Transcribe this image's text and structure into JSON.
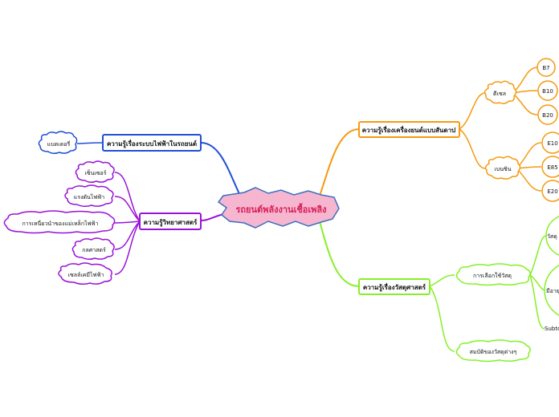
{
  "central": {
    "label": "รถยนต์พลังงานเชื้อเพลิง"
  },
  "branches": {
    "electrical": {
      "label": "ความรู้เรื่องระบบไฟฟ้าในรถยนต์",
      "children": [
        "แบตเตอรี่"
      ]
    },
    "science": {
      "label": "ความรู้วิทยาศาสตร์",
      "children": [
        "เซ็นเซอร์",
        "แรงดันไฟฟ้า",
        "การเหนี่ยวนำของแม่เหล็กไฟฟ้า",
        "กลศาสตร์",
        "เซลล์เคมีไฟฟ้า"
      ]
    },
    "engine": {
      "label": "ความรู้เรื่องเครื่องยนต์แบบสันดาป",
      "diesel": {
        "label": "ดีเซล",
        "children": [
          "B7",
          "B10",
          "B20"
        ]
      },
      "gasoline": {
        "label": "เบนซิน",
        "children": [
          "E10",
          "E85",
          "E20"
        ]
      }
    },
    "materials": {
      "label": "ความรู้เรื่องวัสดุศาสตร์",
      "selection": {
        "label": "การเลือกใช้วัสดุ",
        "children": [
          "วัสดุ",
          "มีอายุ",
          "Subto"
        ]
      },
      "properties": {
        "label": "สมบัติของวัสดุต่างๆ"
      }
    }
  },
  "colors": {
    "central_fill": "#f7b6cf",
    "central_stroke": "#3a6fc2",
    "central_text": "#d6205a",
    "electrical": "#1f4fd6",
    "science": "#9a12d8",
    "engine": "#f59a10",
    "materials": "#86f027"
  }
}
